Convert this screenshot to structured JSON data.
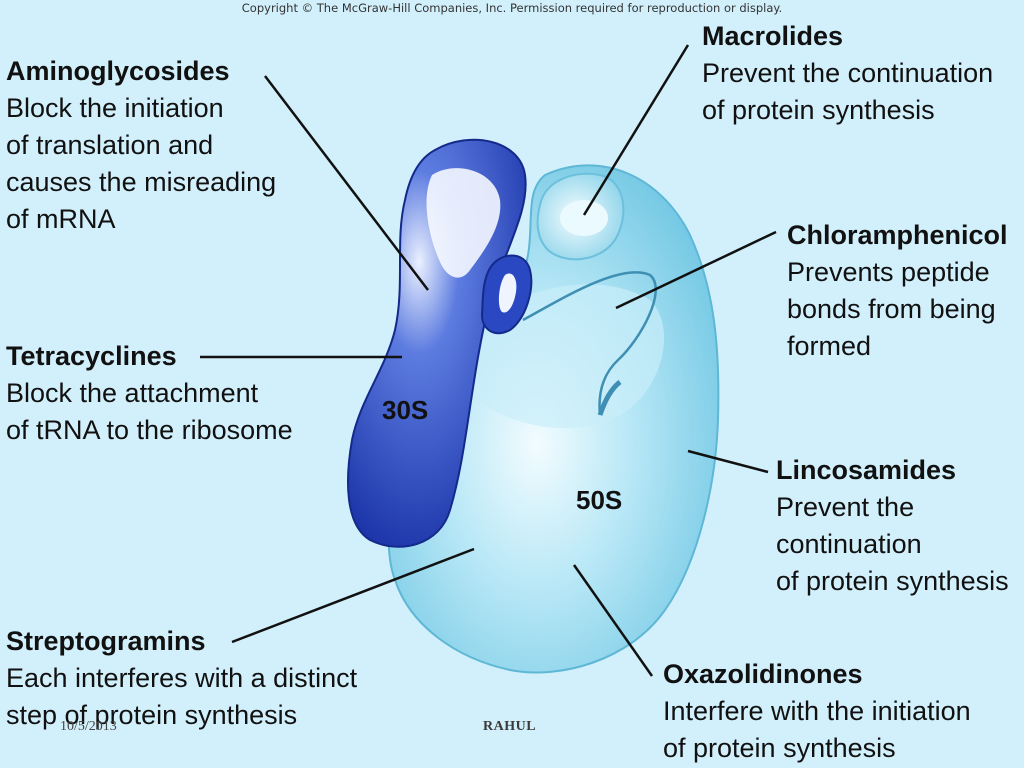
{
  "copyright": "Copyright © The McGraw-Hill Companies, Inc. Permission required for reproduction or display.",
  "subunits": {
    "small": "30S",
    "large": "50S"
  },
  "labels": {
    "aminoglycosides": {
      "name": "Aminoglycosides",
      "lines": [
        "Block the initiation",
        "of translation and",
        "causes the misreading",
        "of mRNA"
      ]
    },
    "tetracyclines": {
      "name": "Tetracyclines",
      "lines": [
        "Block the attachment",
        "of tRNA to the ribosome"
      ]
    },
    "streptogramins": {
      "name": "Streptogramins",
      "lines": [
        "Each interferes with a distinct",
        "step of protein synthesis"
      ]
    },
    "macrolides": {
      "name": "Macrolides",
      "lines": [
        "Prevent the continuation",
        "of protein synthesis"
      ]
    },
    "chloramphenicol": {
      "name": "Chloramphenicol",
      "lines": [
        "Prevents peptide",
        "bonds from being",
        "formed"
      ]
    },
    "lincosamides": {
      "name": "Lincosamides",
      "lines": [
        "Prevent the",
        "continuation",
        "of protein synthesis"
      ]
    },
    "oxazolidinones": {
      "name": "Oxazolidinones",
      "lines": [
        "Interfere with the initiation",
        "of protein synthesis"
      ]
    }
  },
  "footer": {
    "date": "10/5/2013",
    "author": "RAHUL"
  },
  "colors": {
    "background": "#d2f0fb",
    "subunit_30s": "#1e3fb8",
    "subunit_50s": "#8ed6ec",
    "leader_line": "#111111"
  }
}
